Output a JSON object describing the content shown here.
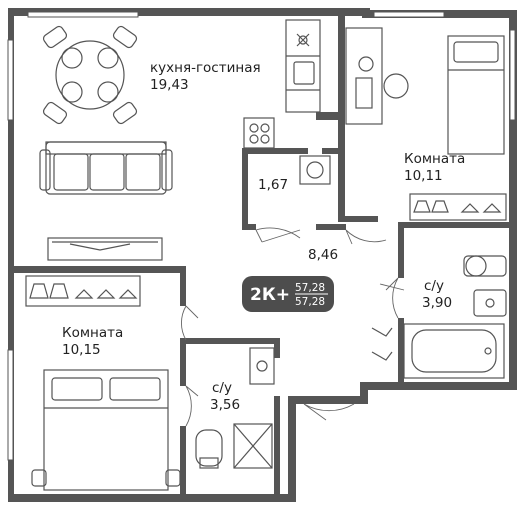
{
  "rooms": {
    "kitchen_living": {
      "name": "кухня-гостиная",
      "area": "19,43"
    },
    "room_top": {
      "name": "Комната",
      "area": "10,11"
    },
    "room_bottom": {
      "name": "Комната",
      "area": "10,15"
    },
    "storage": {
      "area": "1,67"
    },
    "hall": {
      "area": "8,46"
    },
    "bath_right": {
      "name": "с/у",
      "area": "3,90"
    },
    "bath_center": {
      "name": "с/у",
      "area": "3,56"
    }
  },
  "badge": {
    "type": "2К+",
    "area_total": "57,28",
    "area_living": "57,28",
    "color": "#4d4d4d"
  },
  "colors": {
    "wall": "#555555",
    "furniture": "#666666",
    "background": "#ffffff"
  }
}
